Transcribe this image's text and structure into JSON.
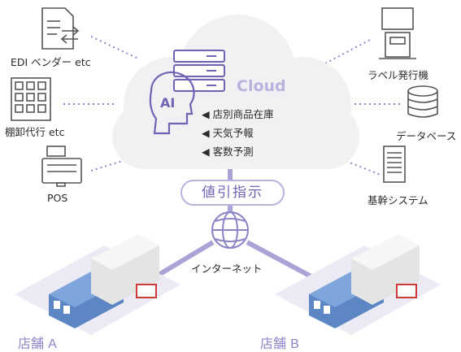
{
  "cloud": {
    "title": "Cloud",
    "ai_label": "AI",
    "items": [
      "◀ 店別商品在庫",
      "◀ 天気予報",
      "◀ 客数予測"
    ]
  },
  "left_sources": [
    {
      "label": "EDI ベンダー etc",
      "icon": "document-exchange-icon"
    },
    {
      "label": "棚卸代行 etc",
      "icon": "building-icon"
    },
    {
      "label": "POS",
      "icon": "cash-register-icon"
    }
  ],
  "right_sources": [
    {
      "label": "ラベル発行機",
      "icon": "label-printer-icon"
    },
    {
      "label": "データベース",
      "icon": "database-icon"
    },
    {
      "label": "基幹システム",
      "icon": "server-icon"
    }
  ],
  "instruction_label": "値引指示",
  "network_label": "インターネット",
  "stores": [
    {
      "name": "店舗",
      "id": "A"
    },
    {
      "name": "店舗",
      "id": "B"
    }
  ],
  "colors": {
    "accent": "#b9b2de",
    "accent_dark": "#6f63b6",
    "cloud": "#f1f1f3",
    "store_label": "#8e84c9"
  }
}
